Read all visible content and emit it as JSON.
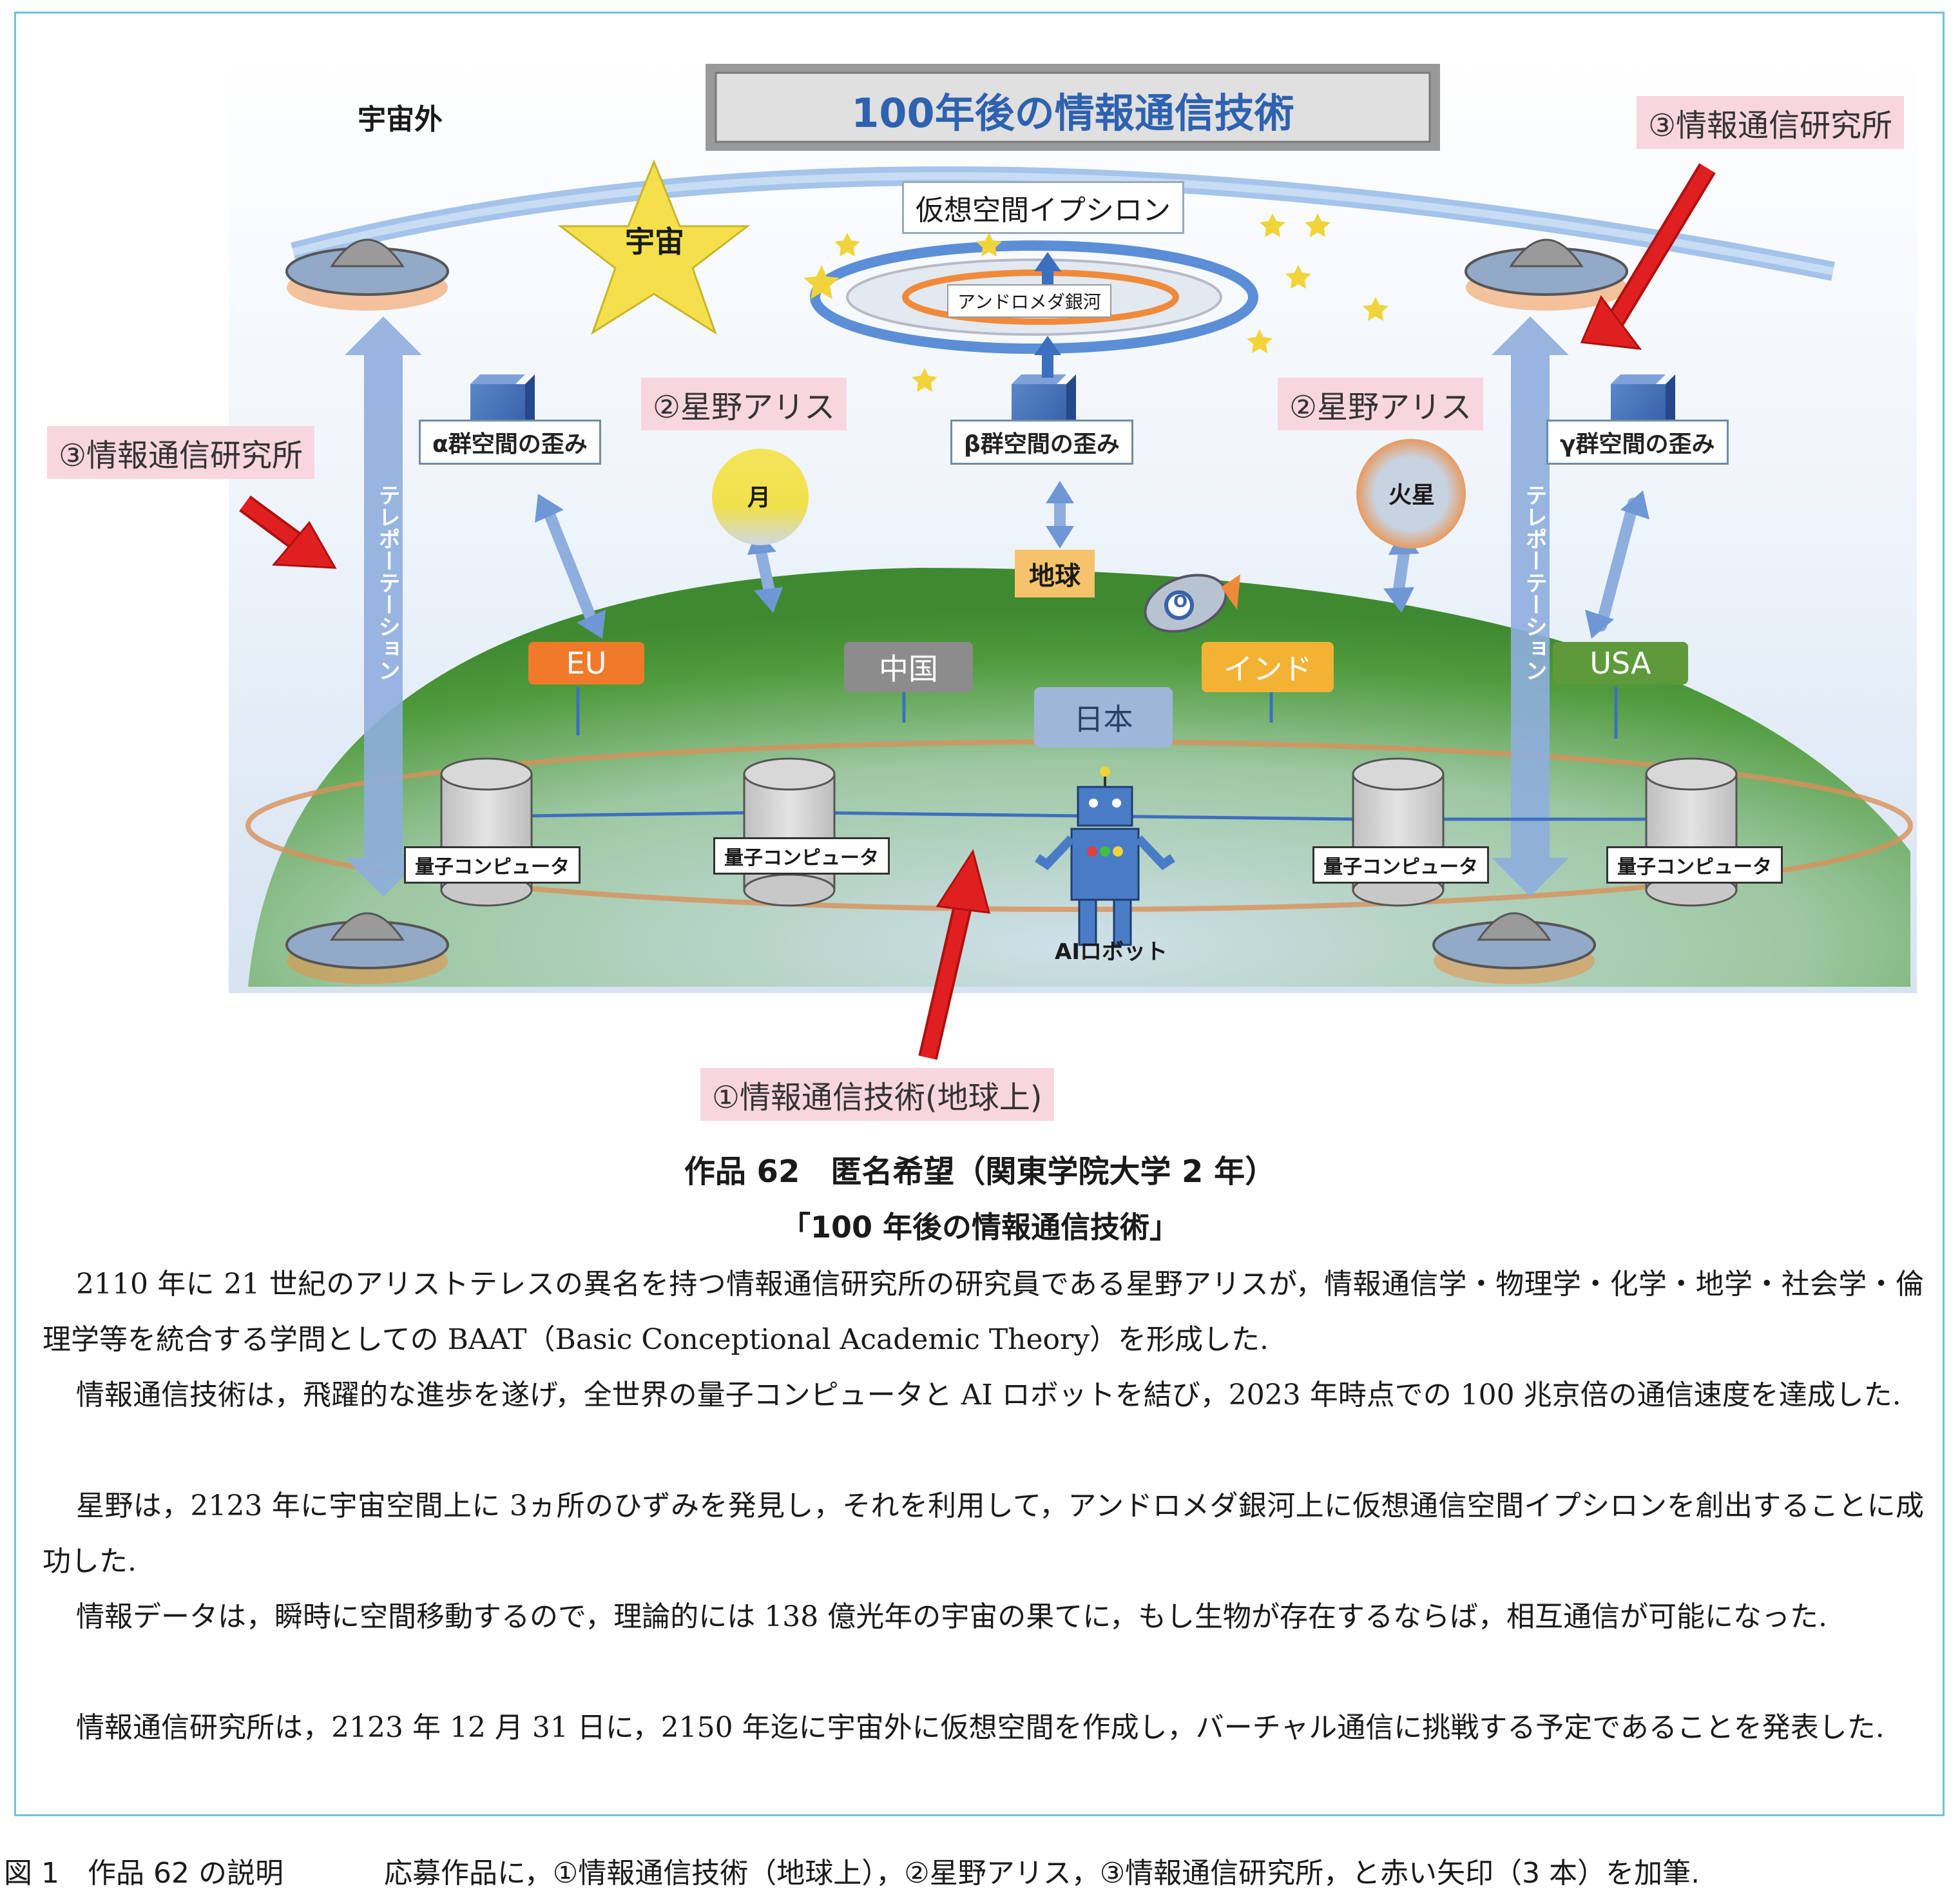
{
  "diagram": {
    "title": "100年後の情報通信技術",
    "outer_space_label": "宇宙外",
    "space_label": "宇宙",
    "epsilon_label": "仮想空間イプシロン",
    "andromeda_label": "アンドロメダ銀河",
    "alpha_label": "α群空間の歪み",
    "beta_label": "β群空間の歪み",
    "gamma_label": "γ群空間の歪み",
    "moon_label": "月",
    "mars_label": "火星",
    "earth_label": "地球",
    "teleport_label": "テレポーテーション",
    "regions": [
      "EU",
      "中国",
      "インド",
      "USA"
    ],
    "japan_label": "日本",
    "quantum_computer_label": "量子コンピュータ",
    "ai_robot_label": "AIロボット",
    "rocket_label": "O",
    "annotations": {
      "institute": "③情報通信研究所",
      "hoshino": "②星野アリス",
      "tech": "①情報通信技術(地球上)"
    }
  },
  "caption": {
    "line1": "作品 62　匿名希望（関東学院大学 2 年）",
    "line2": "「100 年後の情報通信技術」"
  },
  "paragraphs": [
    "2110 年に 21 世紀のアリストテレスの異名を持つ情報通信研究所の研究員である星野アリスが，情報通信学・物理学・化学・地学・社会学・倫理学等を統合する学問としての BAAT（Basic Conceptional Academic Theory）を形成した.",
    "情報通信技術は，飛躍的な進歩を遂げ，全世界の量子コンピュータと AI ロボットを結び，2023 年時点での 100 兆京倍の通信速度を達成した.",
    "星野は，2123 年に宇宙空間上に 3ヵ所のひずみを発見し，それを利用して，アンドロメダ銀河上に仮想通信空間イプシロンを創出することに成功した.",
    "情報データは，瞬時に空間移動するので，理論的には 138 億光年の宇宙の果てに，もし生物が存在するならば，相互通信が可能になった.",
    "情報通信研究所は，2123 年 12 月 31 日に，2150 年迄に宇宙外に仮想空間を作成し，バーチャル通信に挑戦する予定であることを発表した."
  ],
  "figure_caption": {
    "label": "図 1　作品 62 の説明",
    "text": "応募作品に，①情報通信技術（地球上），②星野アリス，③情報通信研究所，と赤い矢印（3 本）を加筆."
  },
  "colors": {
    "frame": "#6fc3d6",
    "eu": "#f07a2a",
    "china": "#8c8c8c",
    "india": "#f2b233",
    "usa": "#5e9a3a",
    "japan": "#9fb6d8",
    "red_arrow": "#e02020",
    "annotation_bg": "#f8d6e0"
  }
}
